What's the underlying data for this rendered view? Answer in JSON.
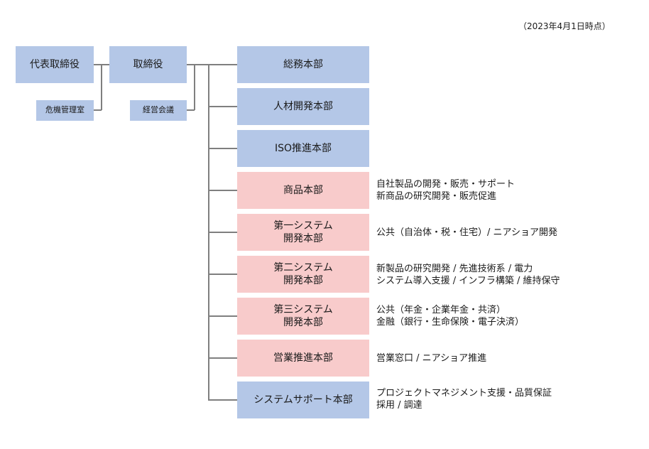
{
  "as_of": "（2023年4月1日時点）",
  "top": {
    "president": "代表取締役",
    "board": "取締役",
    "crisis_office": "危機管理室",
    "management_meeting": "経営会議"
  },
  "departments": [
    {
      "lines": [
        "総務本部"
      ],
      "color": "#b4c7e7",
      "desc": []
    },
    {
      "lines": [
        "人材開発本部"
      ],
      "color": "#b4c7e7",
      "desc": []
    },
    {
      "lines": [
        "ISO推進本部"
      ],
      "color": "#b4c7e7",
      "desc": []
    },
    {
      "lines": [
        "商品本部"
      ],
      "color": "#f8cbcb",
      "desc": [
        "自社製品の開発・販売・サポート",
        "新商品の研究開発・販売促進"
      ]
    },
    {
      "lines": [
        "第一システム",
        "開発本部"
      ],
      "color": "#f8cbcb",
      "desc": [
        "公共（自治体・税・住宅）/ ニアショア開発"
      ]
    },
    {
      "lines": [
        "第二システム",
        "開発本部"
      ],
      "color": "#f8cbcb",
      "desc": [
        "新製品の研究開発 / 先進技術系 / 電力",
        "システム導入支援 / インフラ構築 / 維持保守"
      ]
    },
    {
      "lines": [
        "第三システム",
        "開発本部"
      ],
      "color": "#f8cbcb",
      "desc": [
        "公共（年金・企業年金・共済）",
        "金融（銀行・生命保険・電子決済）"
      ]
    },
    {
      "lines": [
        "営業推進本部"
      ],
      "color": "#f8cbcb",
      "desc": [
        "営業窓口 / ニアショア推進"
      ]
    },
    {
      "lines": [
        "システムサポート本部"
      ],
      "color": "#b4c7e7",
      "desc": [
        "プロジェクトマネジメント支援・品質保証",
        "採用 / 調達"
      ]
    }
  ],
  "connector_color": "#7f7f7f"
}
